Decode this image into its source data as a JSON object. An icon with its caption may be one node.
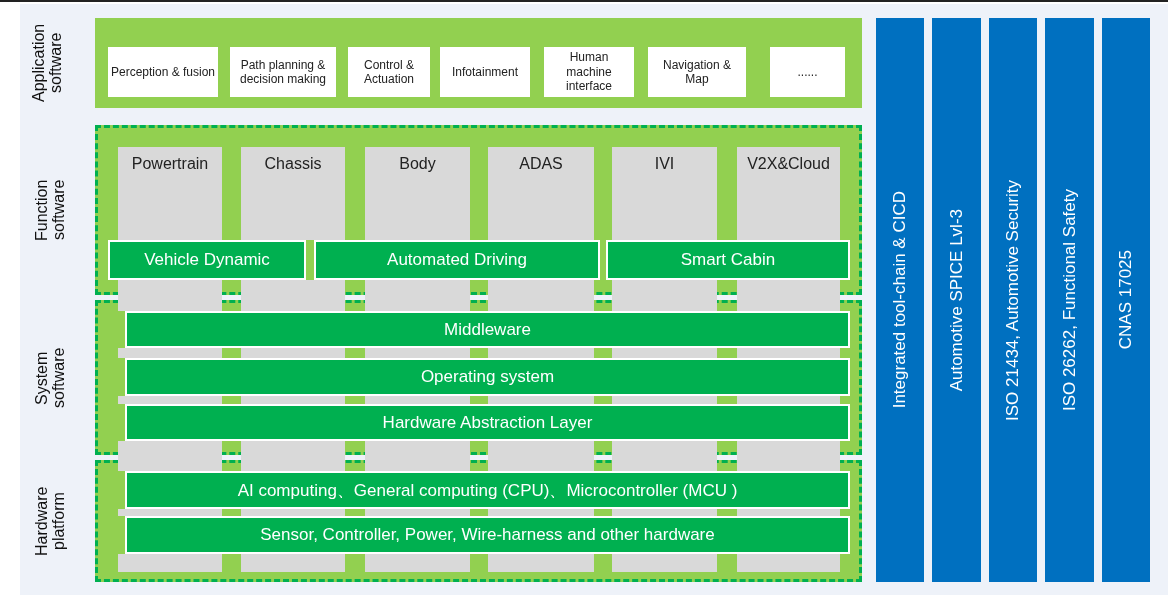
{
  "diagram": {
    "nodes": [
      {
        "text": [
          "Application software"
        ]
      },
      {
        "text": [
          "Perception & fusion"
        ],
        "in": 0
      },
      {
        "text": [
          "Path planning & decision making"
        ],
        "in": 0
      },
      {
        "text": [
          "Control & Actuation"
        ],
        "in": 0
      },
      {
        "text": [
          "Infotainment"
        ],
        "in": 0
      },
      {
        "text": [
          "Human machine interface"
        ],
        "in": 0
      },
      {
        "text": [
          "Navigation & Map"
        ],
        "in": 0
      },
      {
        "text": [
          "......"
        ],
        "in": 0
      },
      {
        "text": [
          "Function software"
        ]
      },
      {
        "text": [
          "Powertrain"
        ],
        "in": 8
      },
      {
        "text": [
          "Chassis"
        ],
        "in": 8
      },
      {
        "text": [
          "Body"
        ],
        "in": 8
      },
      {
        "text": [
          "ADAS"
        ],
        "in": 8
      },
      {
        "text": [
          "IVI"
        ],
        "in": 8
      },
      {
        "text": [
          "V2X&Cloud"
        ],
        "in": 8
      },
      {
        "text": [
          "Vehicle Dynamic"
        ],
        "in": 8
      },
      {
        "text": [
          "Automated Driving"
        ],
        "in": 8
      },
      {
        "text": [
          "Smart Cabin"
        ],
        "in": 8
      },
      {
        "text": [
          "System software"
        ]
      },
      {
        "text": [
          "Middleware"
        ],
        "in": 18
      },
      {
        "text": [
          "Operating system"
        ],
        "in": 18
      },
      {
        "text": [
          "Hardware Abstraction Layer"
        ],
        "in": 18
      },
      {
        "text": [
          "Hardware platform"
        ]
      },
      {
        "text": [
          "AI computing、General computing (CPU)、Microcontroller (MCU )"
        ],
        "in": 22
      },
      {
        "text": [
          "Sensor, Controller, Power, Wire-harness and other hardware"
        ],
        "in": 22
      },
      {
        "text": [
          "Integrated tool-chain & CICD"
        ]
      },
      {
        "text": [
          "Automotive SPICE Lvl-3"
        ]
      },
      {
        "text": [
          "ISO 21434, Automotive Security"
        ]
      },
      {
        "text": [
          "ISO 26262, Functional Safety"
        ]
      },
      {
        "text": [
          "CNAS 17025"
        ]
      }
    ]
  }
}
